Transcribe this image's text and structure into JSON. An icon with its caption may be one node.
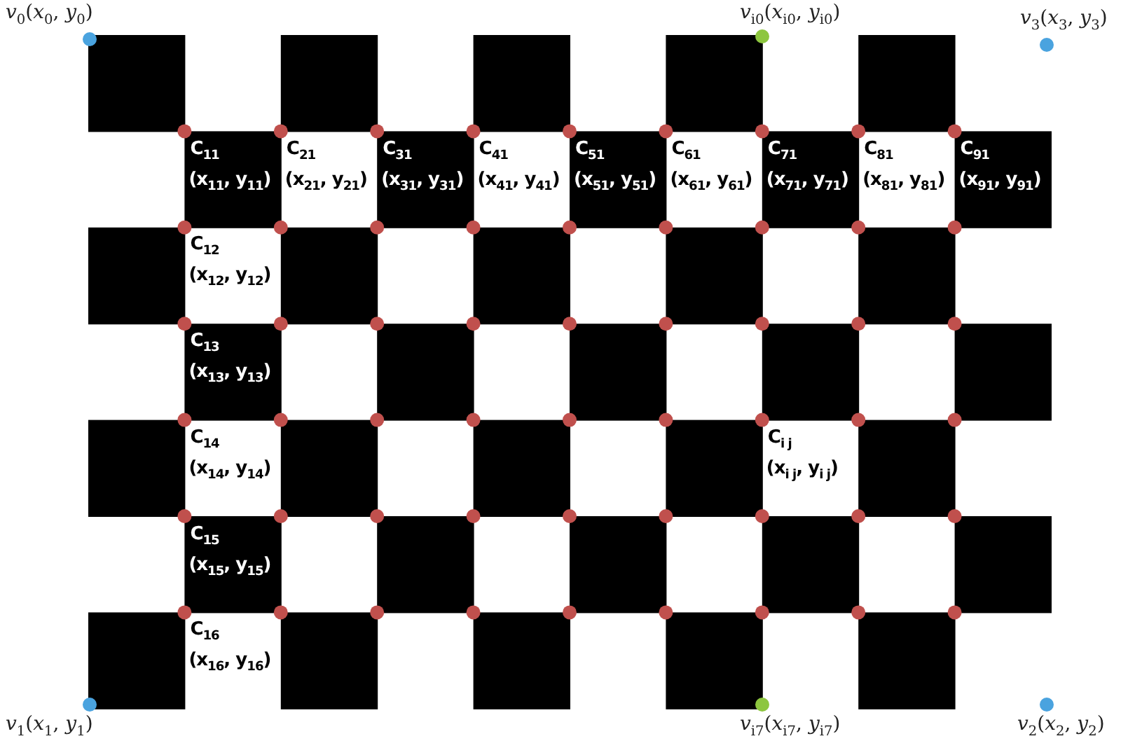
{
  "diagram": {
    "labels": [
      "*v*$_{0}$(*x*$_{0}$, *y*$_{0}$)",
      "*v*$_{i0}$(*x*$_{i0}$, *y*$_{i0}$)",
      "*v*$_{3}$(*x*$_{3}$, *y*$_{3}$)",
      "C$_{11}$",
      "(x$_{11}$, y$_{11}$)",
      "C$_{21}$",
      "(x$_{21}$, y$_{21}$)",
      "C$_{31}$",
      "(x$_{31}$, y$_{31}$)",
      "C$_{41}$",
      "(x$_{41}$, y$_{41}$)",
      "C$_{51}$",
      "(x$_{51}$, y$_{51}$)",
      "C$_{61}$",
      "(x$_{61}$, y$_{61}$)",
      "C$_{71}$",
      "(x$_{71}$, y$_{71}$)",
      "C$_{81}$",
      "(x$_{81}$, y$_{81}$)",
      "C$_{91}$",
      "(x$_{91}$, y$_{91}$)",
      "C$_{12}$",
      "(x$_{12}$, y$_{12}$)",
      "C$_{13}$",
      "(x$_{13}$, y$_{13}$)",
      "C$_{14}$",
      "(x$_{14}$, y$_{14}$)",
      "C$_{i j}$",
      "(x$_{i j}$, y$_{i j}$)",
      "C$_{15}$",
      "(x$_{15}$, y$_{15}$)",
      "C$_{16}$",
      "(x$_{16}$, y$_{16}$)",
      "*v*$_{1}$(*x*$_{1}$, *y*$_{1}$)",
      "*v*$_{i7}$(*x*$_{i7}$, *y*$_{i7}$)",
      "*v*$_{2}$(*x*$_{2}$, *y*$_{2}$)"
    ]
  }
}
